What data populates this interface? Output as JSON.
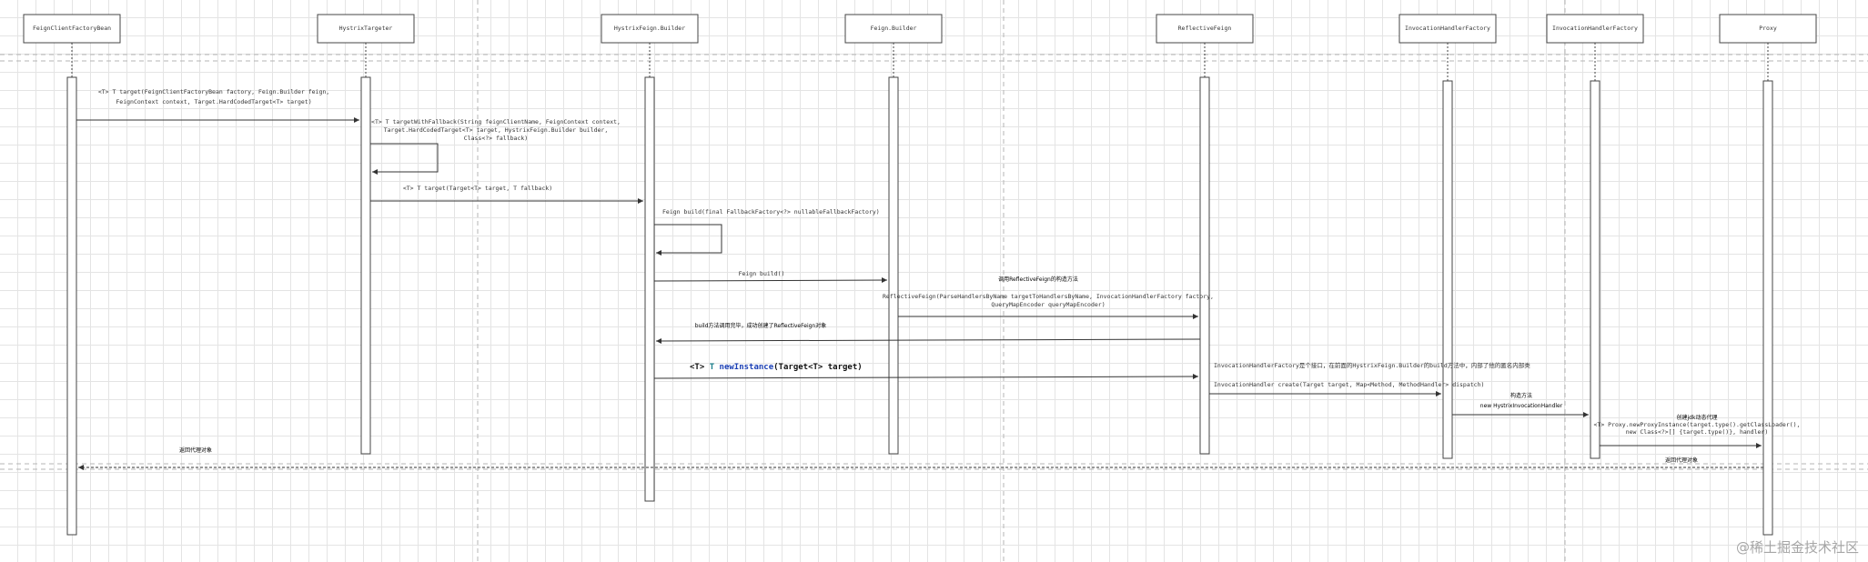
{
  "participants": [
    {
      "id": "feignClientFactoryBean",
      "label": "FeignClientFactoryBean"
    },
    {
      "id": "hystrixTargeter",
      "label": "HystrixTargeter"
    },
    {
      "id": "hystrixFeignBuilder",
      "label": "HystrixFeign.Builder"
    },
    {
      "id": "feignBuilder",
      "label": "Feign.Builder"
    },
    {
      "id": "reflectiveFeign",
      "label": "ReflectiveFeign"
    },
    {
      "id": "invocationHandlerFactory1",
      "label": "InvocationHandlerFactory"
    },
    {
      "id": "invocationHandlerFactory2",
      "label": "InvocationHandlerFactory"
    },
    {
      "id": "proxy",
      "label": "Proxy"
    }
  ],
  "messages": {
    "m1": [
      "<T> T target(FeignClientFactoryBean factory, Feign.Builder feign,",
      "FeignContext context, Target.HardCodedTarget<T> target)"
    ],
    "m2": [
      "<T> T targetWithFallback(String feignClientName, FeignContext context,",
      "Target.HardCodedTarget<T> target, HystrixFeign.Builder builder,",
      "Class<?> fallback)"
    ],
    "m3": "<T> T target(Target<T> target, T fallback)",
    "m4": "Feign build(final FallbackFactory<?> nullableFallbackFactory)",
    "m5": "Feign build()",
    "m6_note": "调用ReflectiveFeign的构造方法",
    "m6": [
      "ReflectiveFeign(ParseHandlersByName targetToHandlersByName, InvocationHandlerFactory factory,",
      "QueryMapEncoder queryMapEncoder)"
    ],
    "m7": "build方法调用完毕，成功创建了ReflectiveFeign对象",
    "m8": {
      "prefix": "<T> ",
      "type": "T ",
      "method": "newInstance",
      "args": "(Target<T> target)"
    },
    "m9": "InvocationHandlerFactory是个接口，在前面的HystrixFeign.Builder的build方法中，内部了他的匿名内部类",
    "m10": "InvocationHandler create(Target target, Map<Method, MethodHandler> dispatch)",
    "m11": [
      "构造方法",
      "new HystrixInvocationHandler"
    ],
    "m12": [
      "创建jdk动态代理",
      "<T> Proxy.newProxyInstance(target.type().getClassLoader(),",
      "new Class<?>[] {target.type()}, handler)"
    ],
    "m13": "返回代理对象",
    "m14": "返回代理对象"
  },
  "watermark": "@稀土掘金技术社区"
}
